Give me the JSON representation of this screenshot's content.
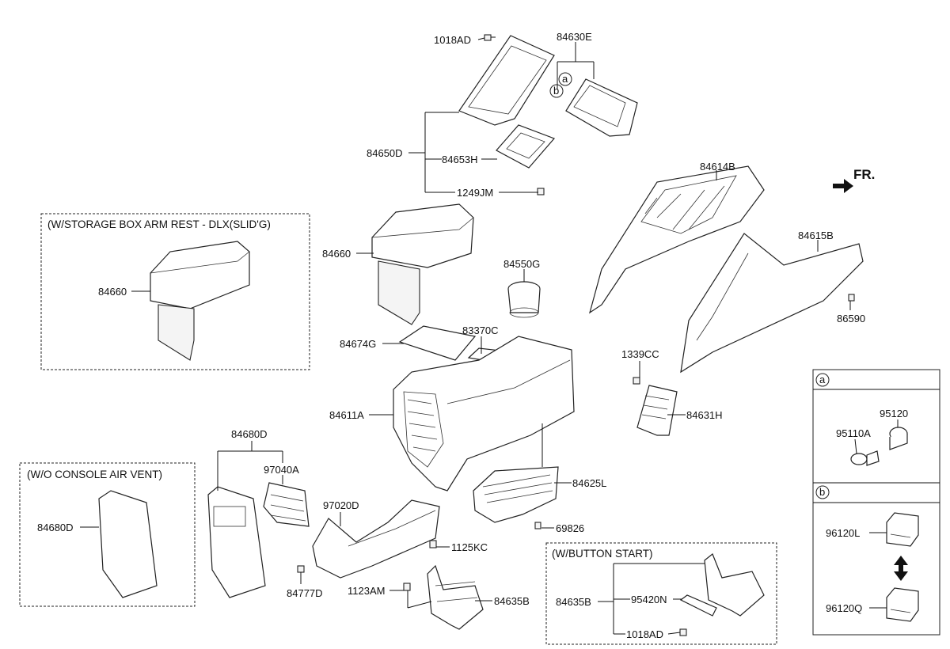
{
  "orientation_label": "FR.",
  "callouts": {
    "a": "a",
    "b": "b"
  },
  "boxes": {
    "storage_box": "(W/STORAGE BOX ARM REST - DLX(SLID'G)",
    "no_air_vent": "(W/O CONSOLE AIR VENT)",
    "button_start": "(W/BUTTON START)"
  },
  "parts": {
    "p1018AD_top": "1018AD",
    "p84630E": "84630E",
    "p84650D": "84650D",
    "p84653H": "84653H",
    "p1249JM": "1249JM",
    "p84614B": "84614B",
    "p84615B": "84615B",
    "p86590": "86590",
    "p84660_box": "84660",
    "p84660": "84660",
    "p84550G": "84550G",
    "p84674G": "84674G",
    "p83370C": "83370C",
    "p1339CC": "1339CC",
    "p84611A": "84611A",
    "p84631H": "84631H",
    "p84680D_top": "84680D",
    "p97040A": "97040A",
    "p84680D_box": "84680D",
    "p97020D": "97020D",
    "p84625L": "84625L",
    "p69826": "69826",
    "p1125KC": "1125KC",
    "p84777D": "84777D",
    "p1123AM": "1123AM",
    "p84635B": "84635B",
    "p84635B_box": "84635B",
    "p95420N": "95420N",
    "p1018AD_box": "1018AD",
    "p95120": "95120",
    "p95110A": "95110A",
    "p96120L": "96120L",
    "p96120Q": "96120Q"
  }
}
